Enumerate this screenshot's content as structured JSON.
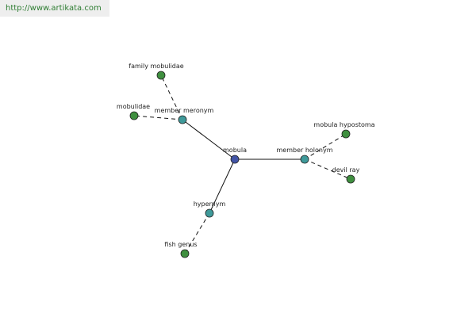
{
  "header": {
    "source_url": "http://www.artikata.com"
  },
  "colors": {
    "center": "#4254a6",
    "relation": "#3f9a9a",
    "leaf": "#3f8f3f",
    "link": "#2e7d32"
  },
  "graph": {
    "nodes": [
      {
        "id": "mobula",
        "label": "mobula",
        "kind": "center"
      },
      {
        "id": "member-meronym",
        "label": "member meronym",
        "kind": "relation"
      },
      {
        "id": "member-holonym",
        "label": "member holonym",
        "kind": "relation"
      },
      {
        "id": "hypernym",
        "label": "hypernym",
        "kind": "relation"
      },
      {
        "id": "family-mobulidae",
        "label": "family mobulidae",
        "kind": "leaf"
      },
      {
        "id": "mobulidae",
        "label": "mobulidae",
        "kind": "leaf"
      },
      {
        "id": "mobula-hypostoma",
        "label": "mobula hypostoma",
        "kind": "leaf"
      },
      {
        "id": "devil-ray",
        "label": "devil ray",
        "kind": "leaf"
      },
      {
        "id": "fish-genus",
        "label": "fish genus",
        "kind": "leaf"
      }
    ],
    "edges": [
      {
        "from": "mobula",
        "to": "member-meronym",
        "style": "solid"
      },
      {
        "from": "mobula",
        "to": "member-holonym",
        "style": "solid"
      },
      {
        "from": "mobula",
        "to": "hypernym",
        "style": "solid"
      },
      {
        "from": "member-meronym",
        "to": "family-mobulidae",
        "style": "dashed"
      },
      {
        "from": "member-meronym",
        "to": "mobulidae",
        "style": "dashed"
      },
      {
        "from": "member-holonym",
        "to": "mobula-hypostoma",
        "style": "dashed"
      },
      {
        "from": "member-holonym",
        "to": "devil-ray",
        "style": "dashed"
      },
      {
        "from": "hypernym",
        "to": "fish-genus",
        "style": "dashed"
      }
    ]
  }
}
